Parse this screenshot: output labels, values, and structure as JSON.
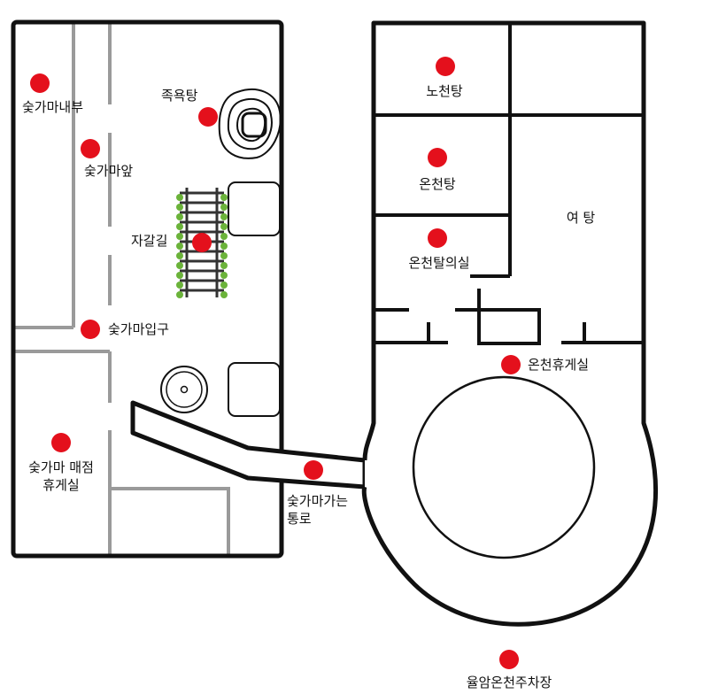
{
  "colors": {
    "wall": "#111111",
    "partition": "#9a9a9a",
    "marker": "#e4101c",
    "track_wood": "#333333",
    "track_leaf": "#6bb33a"
  },
  "locations": [
    {
      "id": "kiln-inside",
      "label": "숯가마내부"
    },
    {
      "id": "foot-bath",
      "label": "족욕탕"
    },
    {
      "id": "kiln-front",
      "label": "숯가마앞"
    },
    {
      "id": "gravel-path",
      "label": "자갈길"
    },
    {
      "id": "kiln-entrance",
      "label": "숯가마입구"
    },
    {
      "id": "kiln-shop-lounge",
      "label": "숯가마 매점\n휴게실"
    },
    {
      "id": "passage-to-kiln",
      "label": "숯가마가는\n통로"
    },
    {
      "id": "outdoor-bath",
      "label": "노천탕"
    },
    {
      "id": "hot-spring-bath",
      "label": "온천탕"
    },
    {
      "id": "hot-spring-changing-room",
      "label": "온천탈의실"
    },
    {
      "id": "hot-spring-lounge",
      "label": "온천휴게실"
    },
    {
      "id": "parking-lot",
      "label": "율암온천주차장"
    }
  ],
  "rooms": [
    {
      "id": "womens-bath",
      "label": "여 탕"
    }
  ]
}
